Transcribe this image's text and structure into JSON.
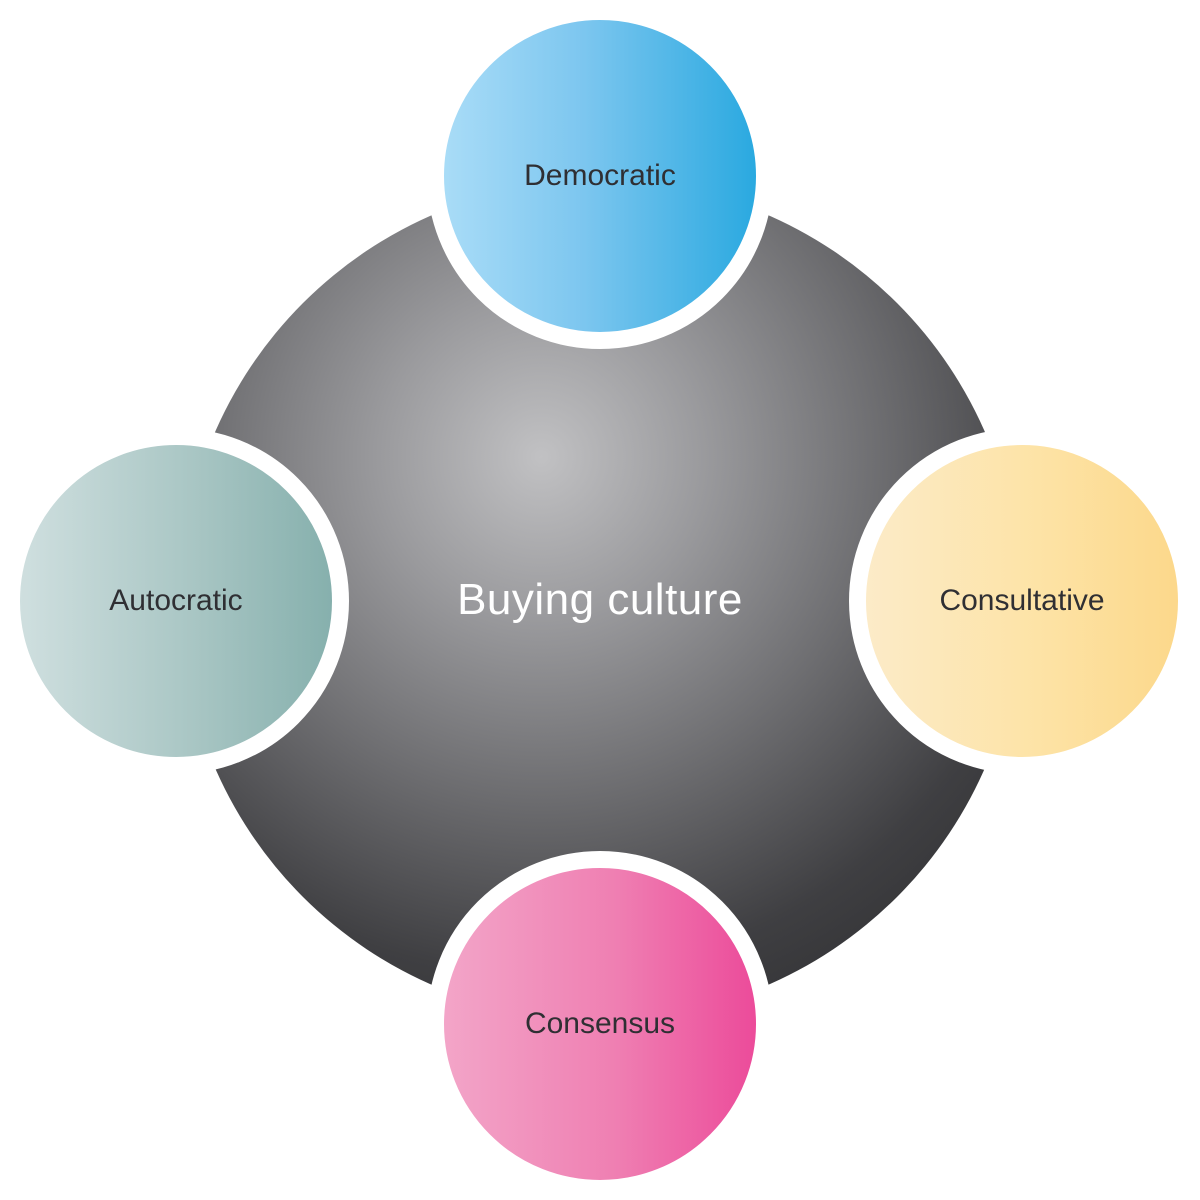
{
  "diagram": {
    "center_label": "Buying culture",
    "nodes": {
      "top": {
        "label": "Democratic",
        "color": "#2aa9e0"
      },
      "left": {
        "label": "Autocratic",
        "color": "#86b0ad"
      },
      "right": {
        "label": "Consultative",
        "color": "#fcd88b"
      },
      "bottom": {
        "label": "Consensus",
        "color": "#ec4b9a"
      }
    },
    "hub_color": "#4a4a4d"
  }
}
